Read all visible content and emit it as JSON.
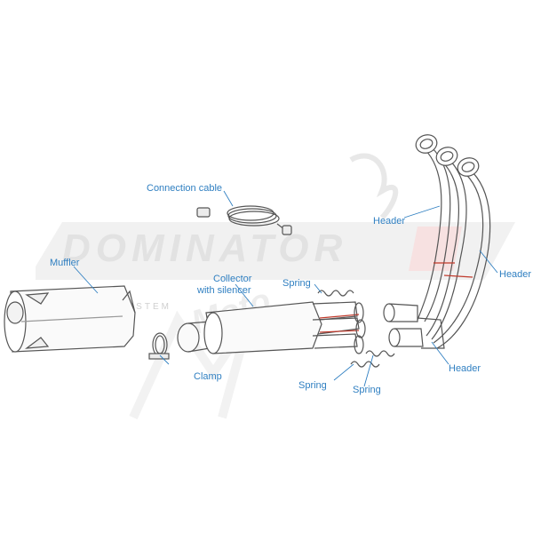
{
  "labels": {
    "connection_cable": "Connection cable",
    "muffler": "Muffler",
    "collector_line1": "Collector",
    "collector_line2": "with silencer",
    "clamp": "Clamp",
    "spring_top": "Spring",
    "spring_bottom_left": "Spring",
    "spring_bottom_right": "Spring",
    "header_top": "Header",
    "header_right": "Header",
    "header_bottom": "Header"
  },
  "watermark": {
    "brand": "DOMINATOR",
    "sub": "EXHAUST SYSTEM",
    "script": "Moto"
  },
  "colors": {
    "label": "#2f7fc1",
    "leader": "#2f7fc1",
    "outline": "#555555",
    "accent_red": "#c0392b",
    "watermark": "#d2d2d2",
    "watermark_red": "#e8b5b5"
  }
}
